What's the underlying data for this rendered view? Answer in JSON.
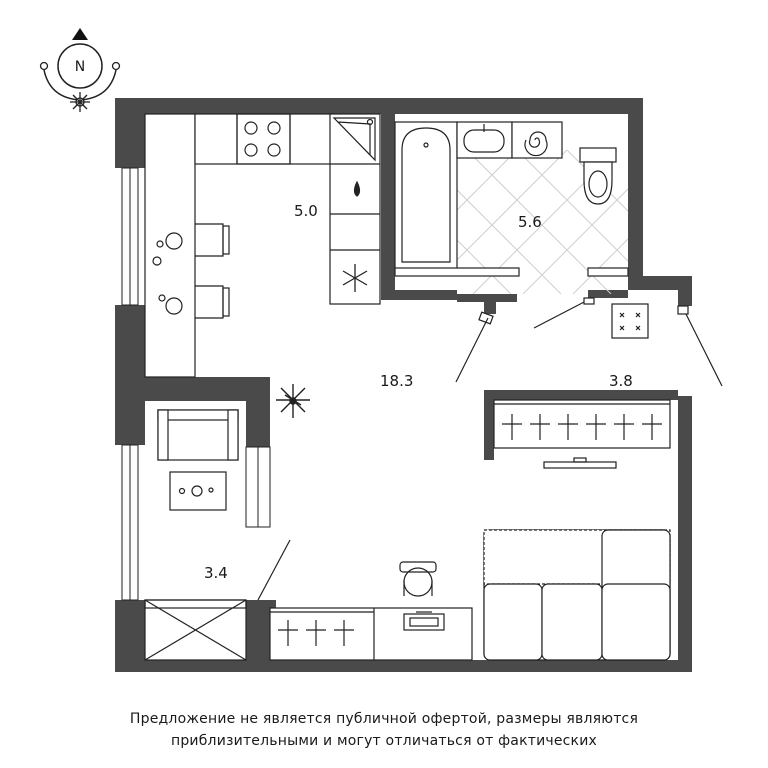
{
  "compass": {
    "north_letter": "N"
  },
  "rooms": {
    "kitchen_area": "5.0",
    "bathroom_area": "5.6",
    "living_area": "18.3",
    "hall_area": "3.8",
    "balcony_area": "3.4"
  },
  "colors": {
    "wall": "#4a4a4a",
    "line": "#222222",
    "bath_tile": "#cfcfcf"
  },
  "disclaimer": {
    "line1": "Предложение не является публичной офертой, размеры являются",
    "line2": "приблизительными и могут отличаться от фактических"
  }
}
